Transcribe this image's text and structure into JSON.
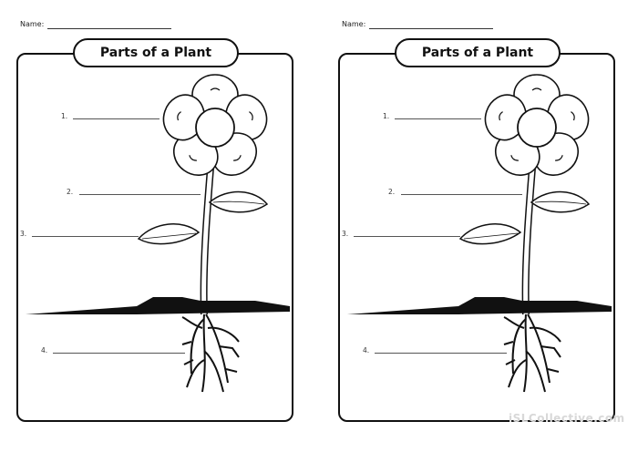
{
  "worksheets": [
    {
      "name_label": "Name:",
      "title": "Parts of a Plant",
      "labels": [
        "1.",
        "2.",
        "3.",
        "4."
      ]
    },
    {
      "name_label": "Name:",
      "title": "Parts of a Plant",
      "labels": [
        "1.",
        "2.",
        "3.",
        "4."
      ]
    }
  ],
  "watermark": "iSLCollective.com"
}
